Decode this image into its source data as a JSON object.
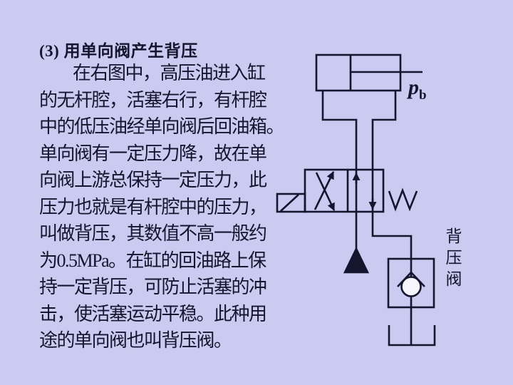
{
  "slide": {
    "title": "(3) 用单向阀产生背压",
    "paragraph": {
      "lines": [
        "在右图中，高压油进入缸",
        "的无杆腔，活塞右行，有杆腔",
        "中的低压油经单向阀后回油箱。",
        "单向阀有一定压力降，故在单",
        "向阀上游总保持一定压力，此",
        "压力也就是有杆腔中的压力，",
        "叫做背压，其数值不高一般约",
        "为0.5MPa。在缸的回油路上保",
        "持一定背压，可防止活塞的冲",
        "击，使活塞运动平稳。此种用",
        "途的单向阀也叫背压阀。"
      ]
    },
    "colors": {
      "background": "#cbcbf2",
      "ink": "#15152d",
      "ball_fill": "#f5f5fb"
    },
    "diagram": {
      "pressure_label": {
        "symbol": "p",
        "subscript": "b"
      },
      "check_valve_label": "背压阀",
      "symbols": {
        "cylinder": "hydraulic-cylinder-with-piston-rod",
        "directional_valve": "4-2-solenoid-directional-valve",
        "solenoid": "solenoid-actuator",
        "spring": "return-spring",
        "source": "pressure-source-triangle",
        "check_valve": "ball-check-valve",
        "tank": "oil-tank"
      }
    }
  }
}
